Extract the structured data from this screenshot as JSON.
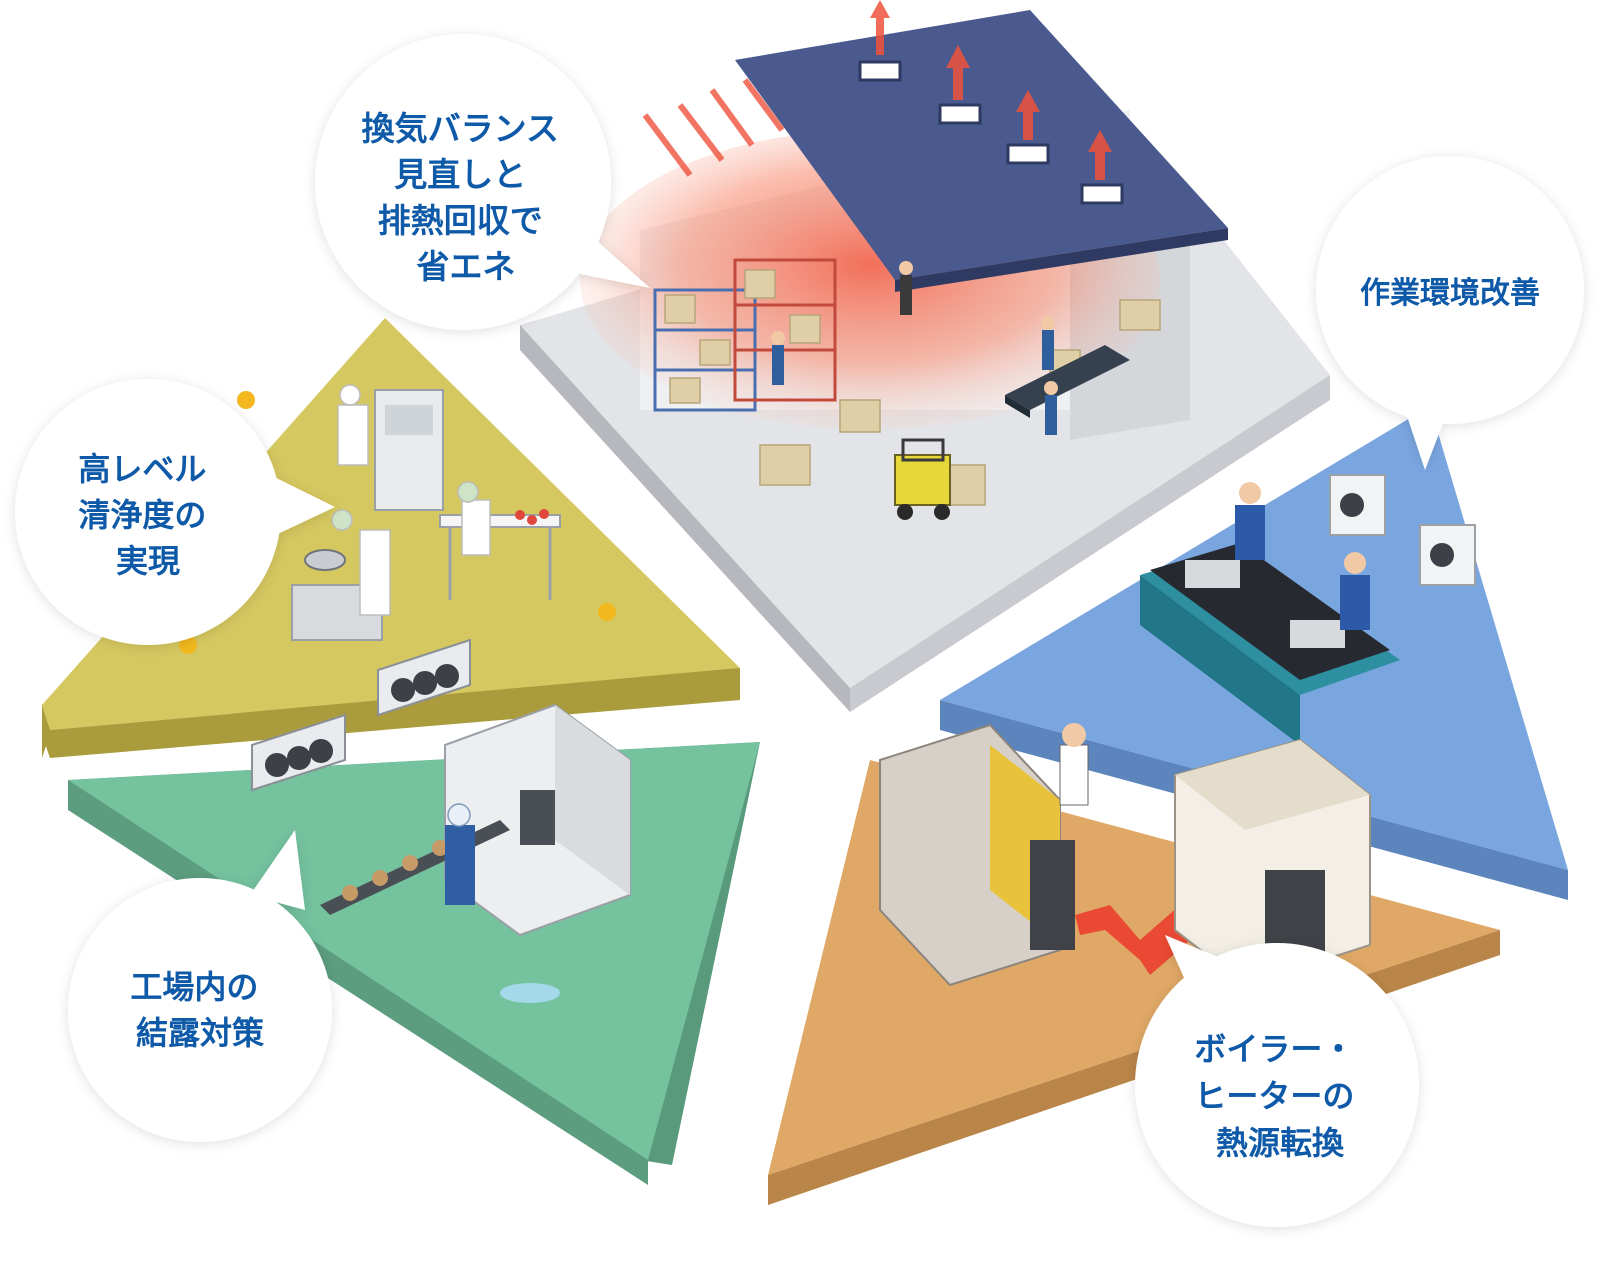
{
  "bubbles": {
    "ventilation": {
      "lines": [
        "換気バランス",
        "見直しと",
        "排熱回収で",
        "省エネ"
      ]
    },
    "work_env": {
      "lines": [
        "作業環境改善"
      ]
    },
    "cleanliness": {
      "lines": [
        "高レベル",
        "清浄度の",
        "実現"
      ]
    },
    "condensation": {
      "lines": [
        "工場内の",
        "結露対策"
      ]
    },
    "heat_source": {
      "lines": [
        "ボイラー・",
        "ヒーターの",
        "熱源転換"
      ]
    }
  },
  "colors": {
    "text_blue": "#0e5aa8",
    "yellow_zone": "#d4c55c",
    "green_zone": "#72bf9c",
    "blue_zone": "#739fdc",
    "orange_zone": "#dea462",
    "floor_gray": "#e2e3e6",
    "roof_navy": "#4b5b8f",
    "heat_red": "#f04f3c"
  }
}
